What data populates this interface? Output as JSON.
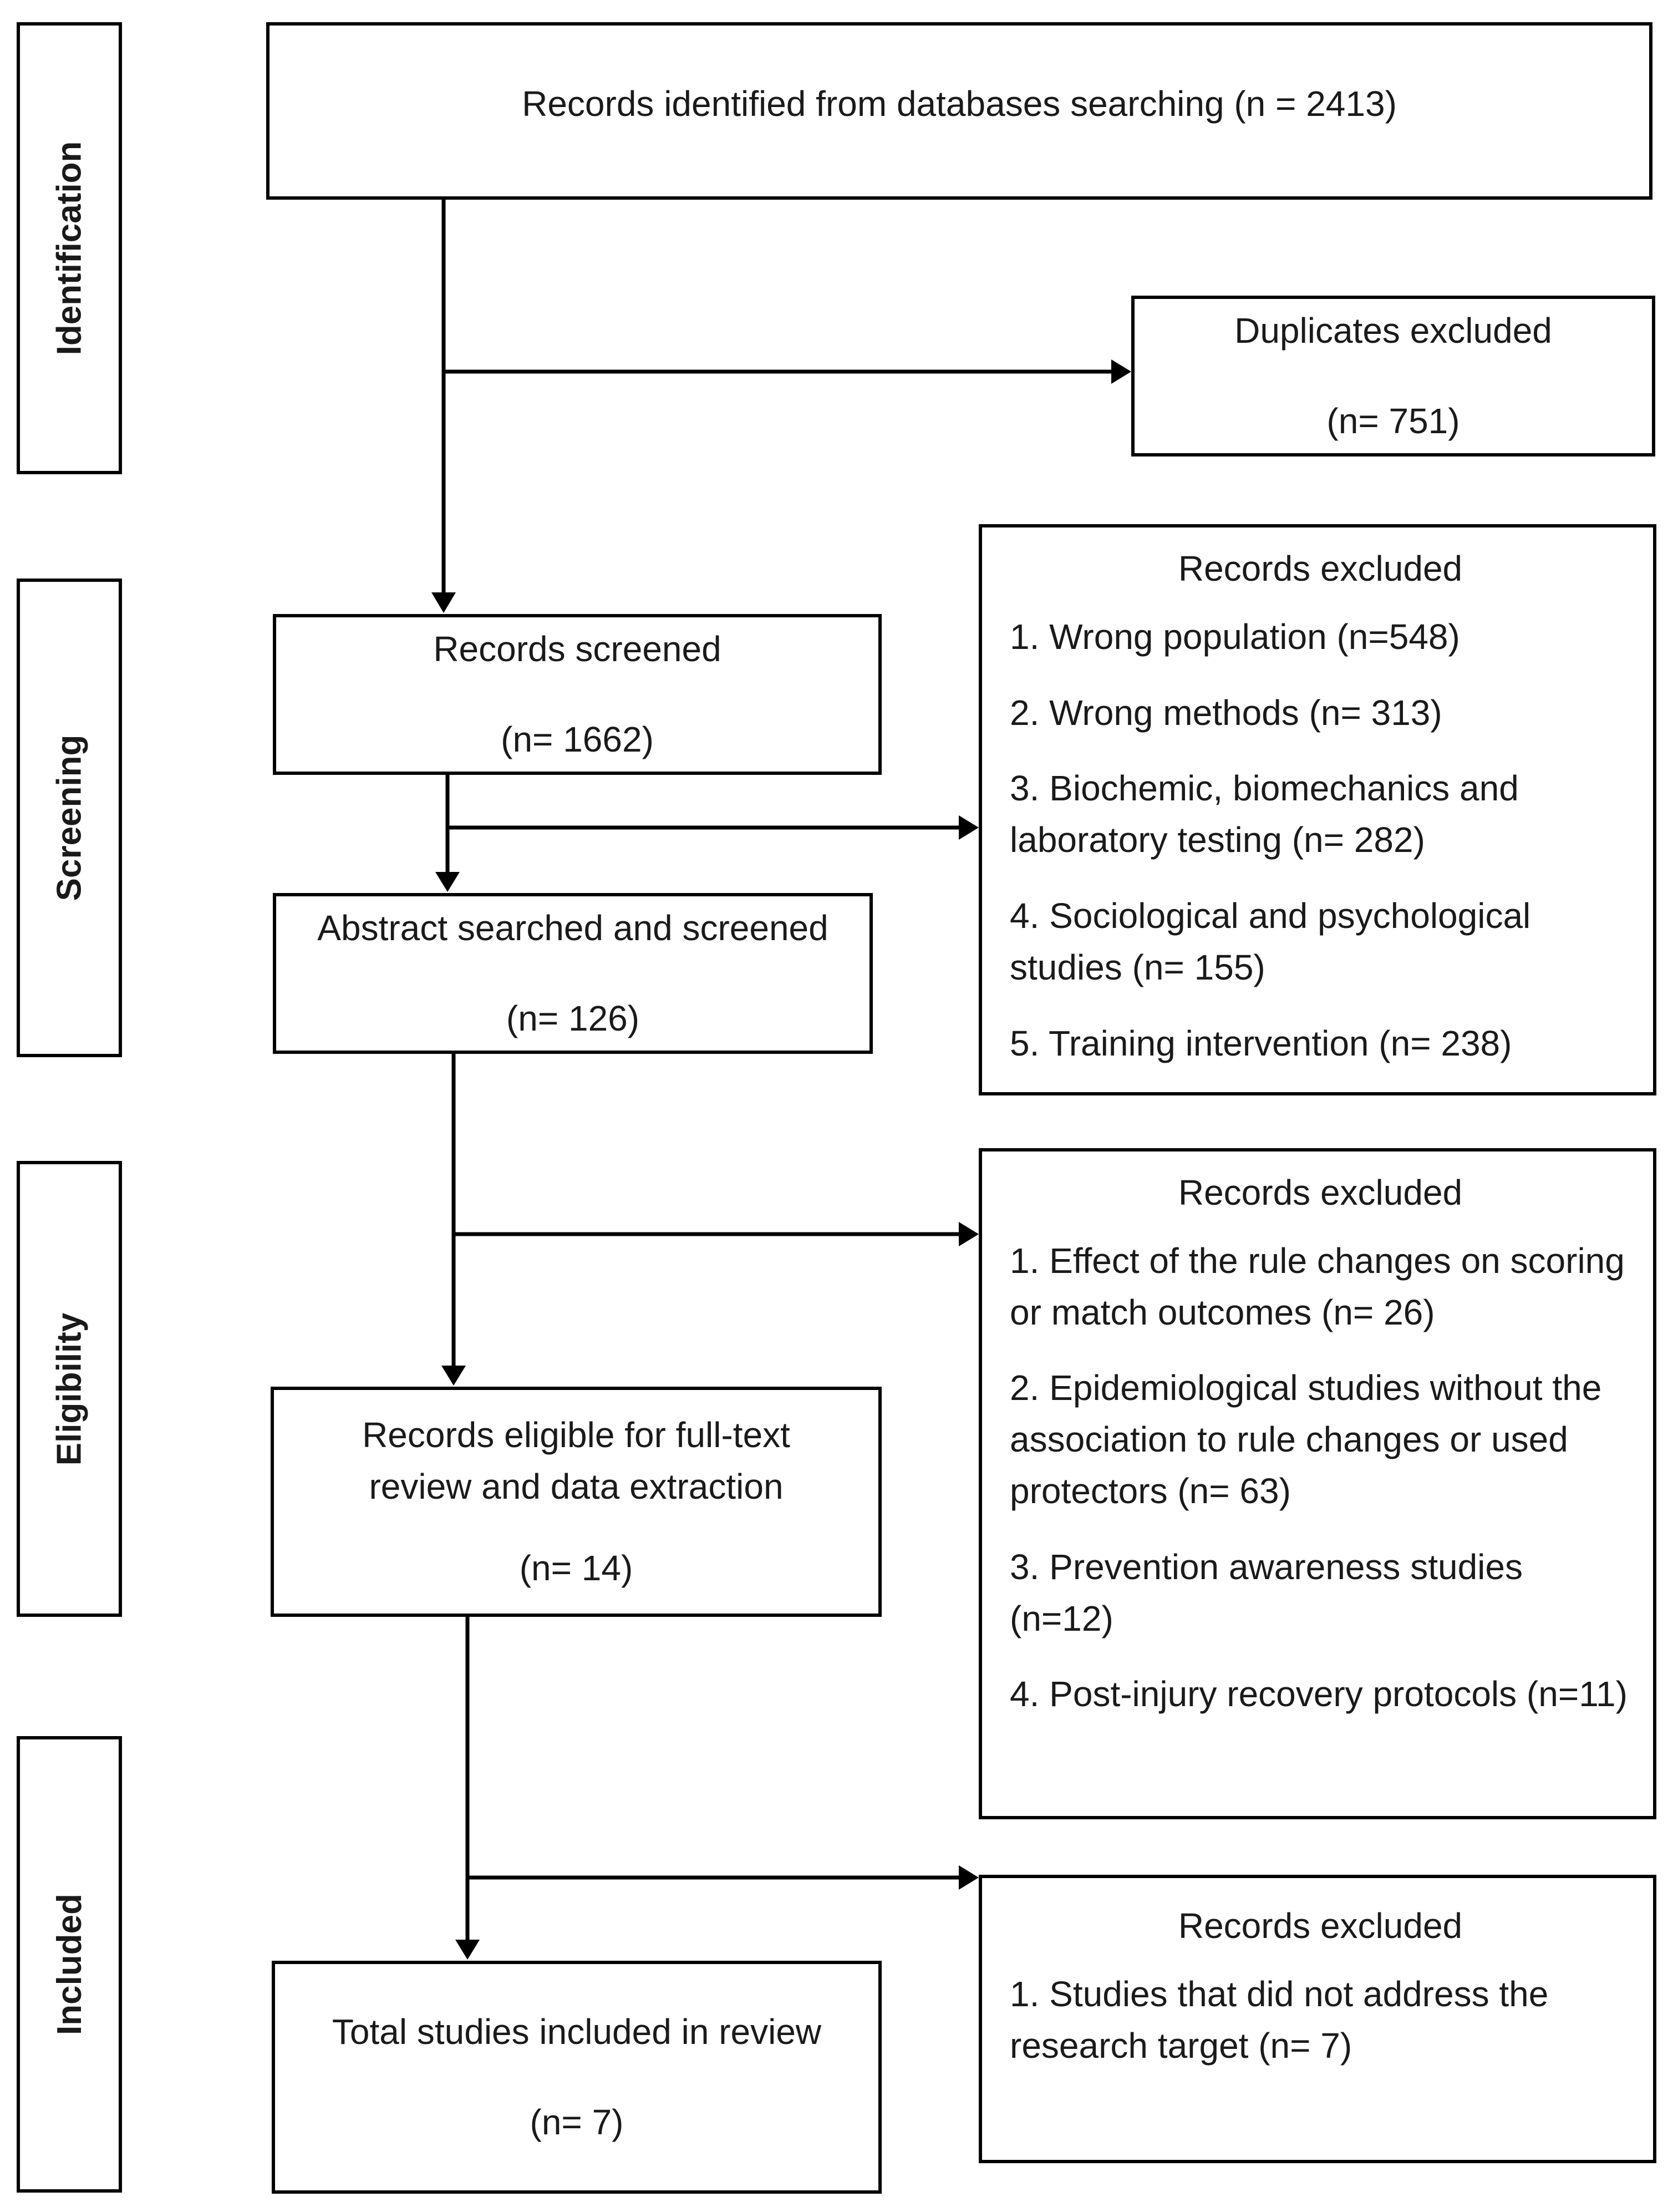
{
  "stages": {
    "identification": "Identification",
    "screening": "Screening",
    "eligibility": "Eligibility",
    "included": "Included"
  },
  "boxes": {
    "identified": "Records identified from databases searching (n = 2413)",
    "duplicates": {
      "label": "Duplicates excluded",
      "count": "(n= 751)"
    },
    "screened": {
      "label": "Records screened",
      "count": "(n= 1662)"
    },
    "abstract": {
      "label": "Abstract searched and screened",
      "count": "(n= 126)"
    },
    "eligible": {
      "label_line1": "Records eligible for full-text",
      "label_line2": "review and data extraction",
      "count": "(n= 14)"
    },
    "included": {
      "label": "Total studies included in review",
      "count": "(n= 7)"
    }
  },
  "exclusions": {
    "screening": {
      "title": "Records excluded",
      "items": [
        "1. Wrong population (n=548)",
        "2. Wrong methods (n= 313)",
        "3. Biochemic, biomechanics and laboratory testing (n= 282)",
        "4. Sociological and psychological studies (n= 155)",
        "5. Training intervention (n= 238)"
      ]
    },
    "eligibility": {
      "title": "Records excluded",
      "items": [
        "1. Effect of the rule changes on scoring or match outcomes (n= 26)",
        "2. Epidemiological studies without the association to rule changes or used protectors (n= 63)",
        "3. Prevention awareness studies (n=12)",
        "4. Post-injury recovery protocols (n=11)"
      ]
    },
    "included": {
      "title": "Records excluded",
      "items": [
        "1. Studies that did not address the research target (n= 7)"
      ]
    }
  }
}
